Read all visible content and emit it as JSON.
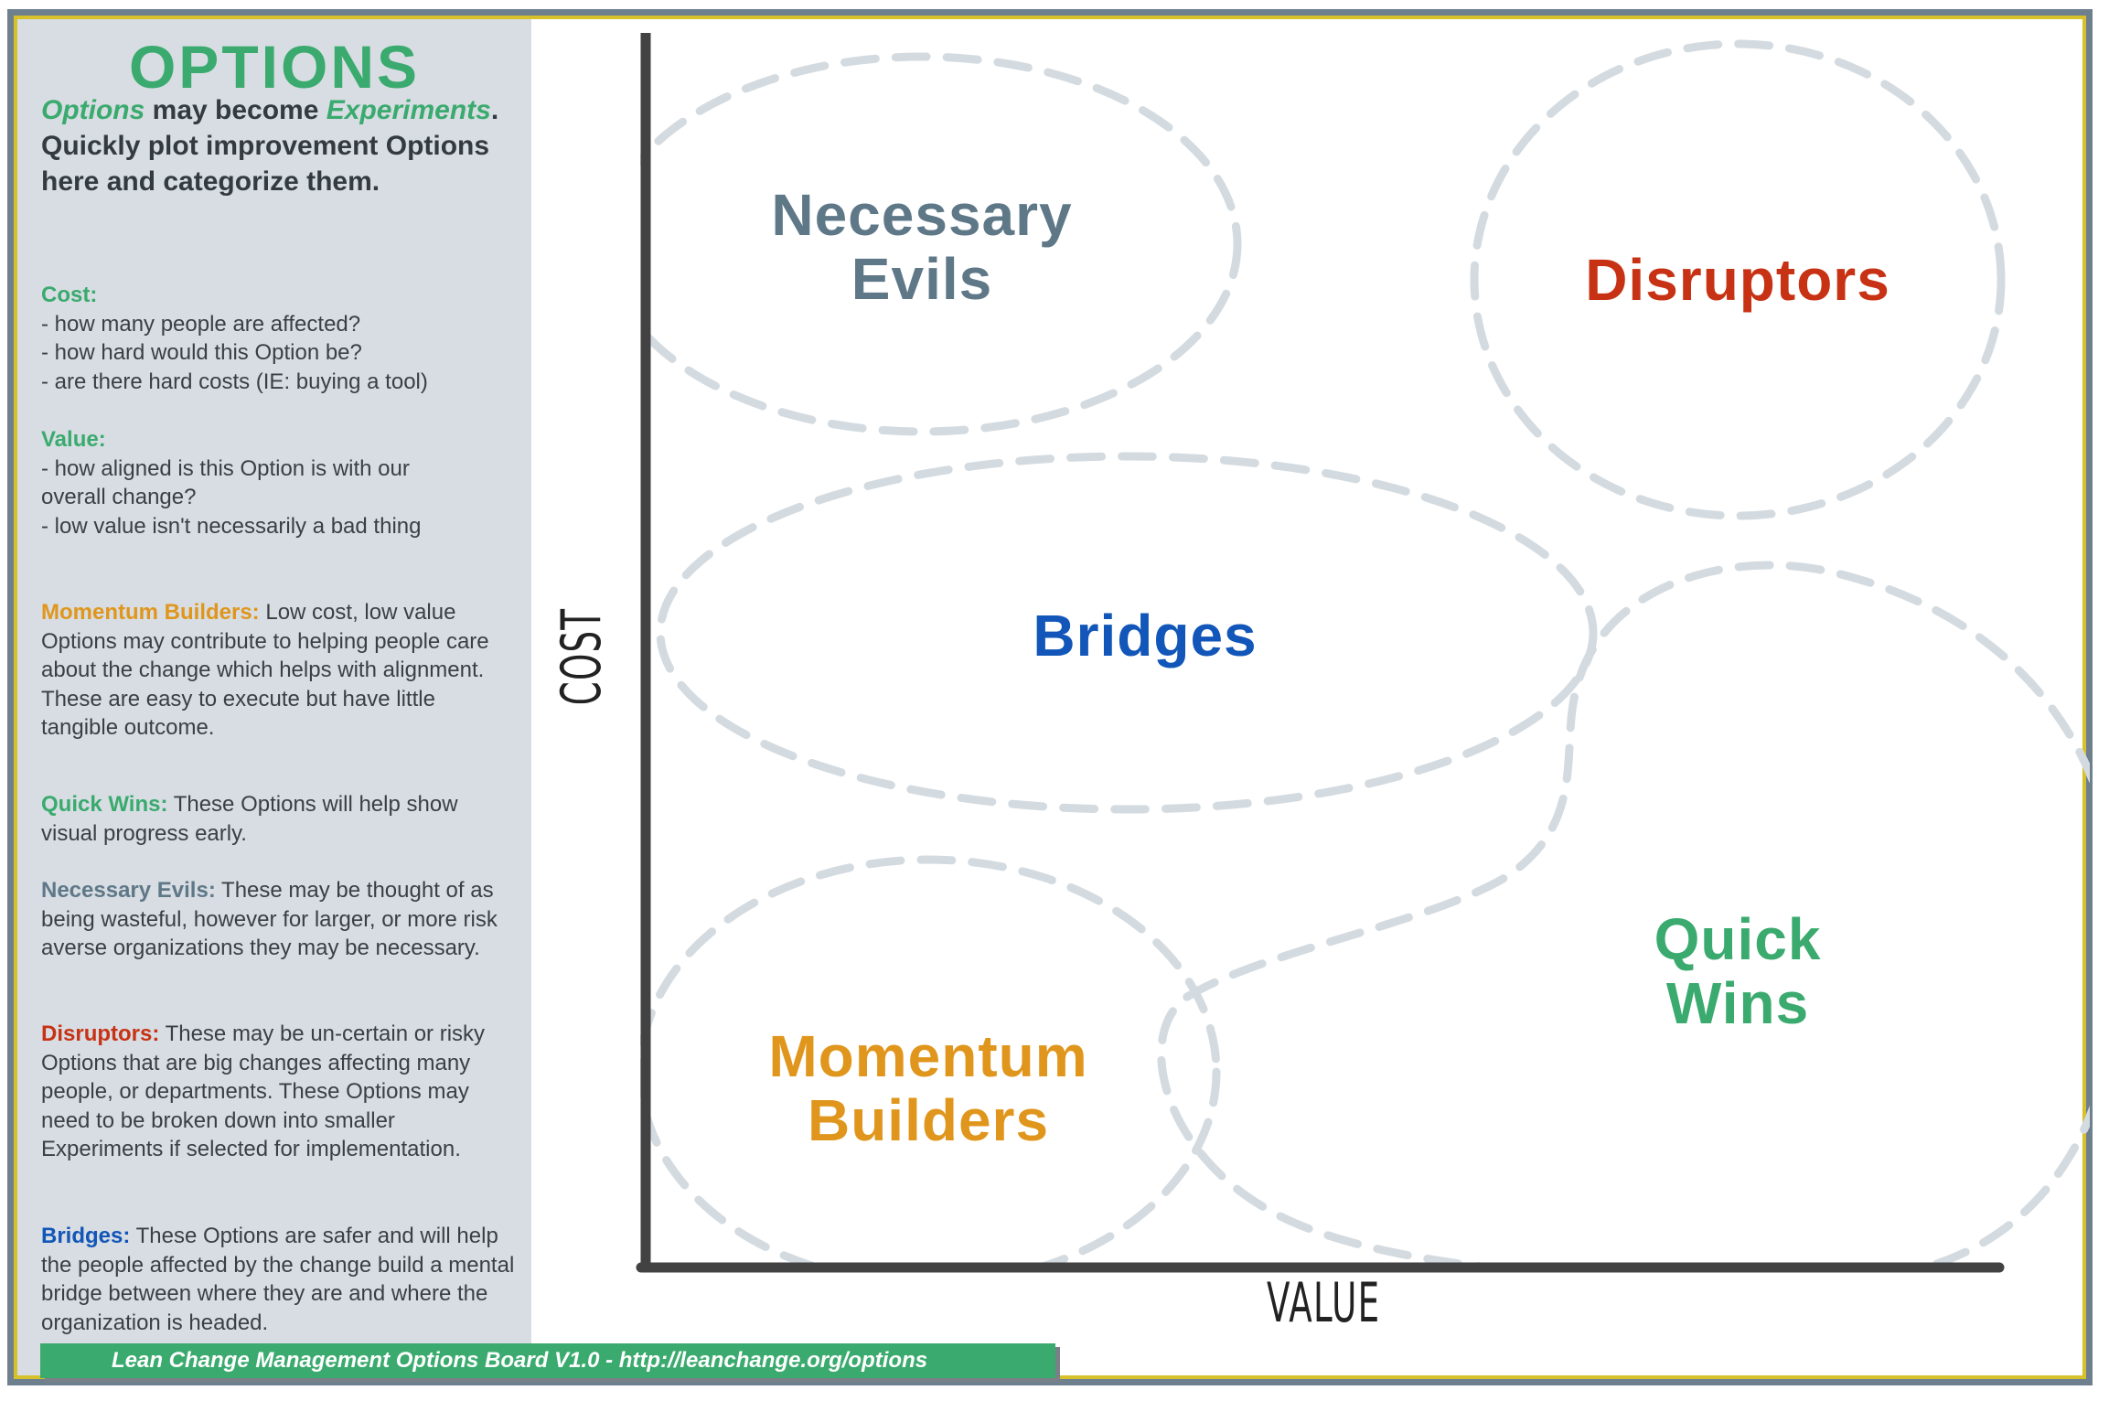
{
  "sidebar": {
    "title": "OPTIONS",
    "intro": {
      "word1": "Options",
      "text1": " may become ",
      "word2": "Experiments",
      "text2": ". Quickly plot improvement Options here and categorize them."
    },
    "cost": {
      "heading": "Cost:",
      "lines": [
        "- how many people are affected?",
        "- how hard would this Option be?",
        "- are there hard costs (IE: buying a tool)"
      ]
    },
    "value": {
      "heading": "Value:",
      "lines": [
        "- how aligned is this Option is with our overall change?",
        "- low value isn't necessarily a bad thing"
      ]
    },
    "definitions": [
      {
        "term": "Momentum Builders:",
        "text": " Low cost, low value Options may contribute to helping people care about the change which helps with alignment. These are easy to execute but have little tangible outcome.",
        "color": "#e0961c"
      },
      {
        "term": "Quick Wins:",
        "text": " These Options will help show visual progress early.",
        "color": "#3aaa6e"
      },
      {
        "term": "Necessary Evils:",
        "text": " These may be thought of as being wasteful, however for larger, or more risk averse organizations they may be necessary.",
        "color": "#5f7888"
      },
      {
        "term": "Disruptors:",
        "text": " These may be un-certain or risky Options that are big changes affecting many people, or departments. These Options may need to be broken down into smaller Experiments if selected for implementation.",
        "color": "#c83214"
      },
      {
        "term": "Bridges:",
        "text": " These Options are safer and will help the people affected by the change build a mental bridge between where they are and where the organization is headed.",
        "color": "#1156b8"
      }
    ],
    "footer": "Lean Change Management Options Board  V1.0 - http://leanchange.org/options"
  },
  "plot": {
    "x_axis_label": "VALUE",
    "y_axis_label": "COST",
    "zones": {
      "necessary_evils": {
        "line1": "Necessary",
        "line2": "Evils",
        "color": "#5f7888"
      },
      "disruptors": {
        "line1": "Disruptors",
        "color": "#c83214"
      },
      "bridges": {
        "line1": "Bridges",
        "color": "#1156b8"
      },
      "quick_wins": {
        "line1": "Quick",
        "line2": "Wins",
        "color": "#3aaa6e"
      },
      "momentum_builders": {
        "line1": "Momentum",
        "line2": "Builders",
        "color": "#e0961c"
      }
    },
    "colors": {
      "axis": "#424242",
      "dashed_outline": "#d4dbe0"
    }
  }
}
